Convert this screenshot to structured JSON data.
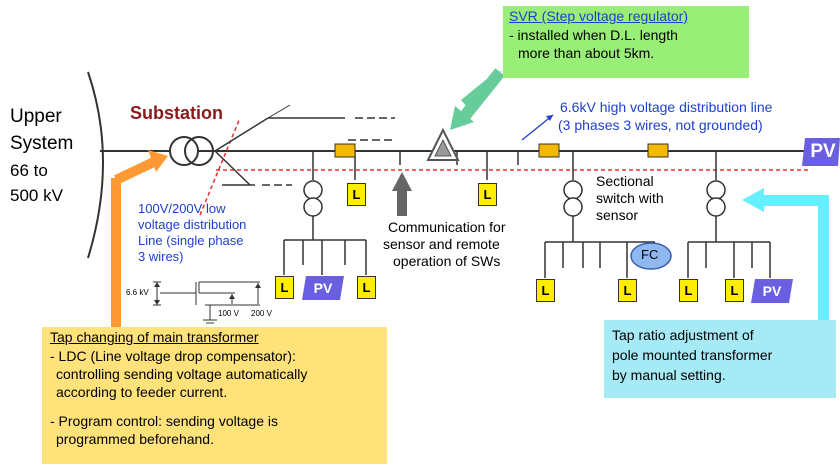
{
  "upper_system": [
    "Upper",
    "System",
    "66 to",
    "500 kV"
  ],
  "substation": "Substation",
  "svr": {
    "title": "SVR (Step voltage regulator)",
    "line1": "- installed when D.L. length",
    "line2": "more than about 5km."
  },
  "hv_line": [
    "6.6kV high voltage distribution line",
    "(3 phases 3 wires, not grounded)"
  ],
  "lv_line": [
    "100V/200V low",
    "voltage distribution",
    "Line (single phase",
    "3 wires)"
  ],
  "communication": [
    "Communication for",
    "sensor and remote",
    "operation of SWs"
  ],
  "sectional": [
    "Sectional",
    "switch with",
    "sensor"
  ],
  "tap_main": {
    "title": "Tap changing of main transformer",
    "ldc": [
      "- LDC (Line voltage drop compensator):",
      "controlling sending voltage automatically",
      "according to feeder current."
    ],
    "program": [
      "- Program control: sending voltage is",
      "programmed beforehand."
    ]
  },
  "tap_pole": [
    "Tap ratio adjustment of",
    "pole mounted transformer",
    "by manual setting."
  ],
  "small": {
    "v66": "6.6 kV",
    "v100": "100 V",
    "v200": "200 V"
  },
  "labels": {
    "load": "L",
    "pv": "PV",
    "fc": "FC"
  },
  "colors": {
    "text_blue": "#1f3fd0",
    "green_box": "#99ee77",
    "yellow_box": "#ffe27a",
    "cyan_box": "#a6eaf5",
    "load_yellow": "#ffee00",
    "pv_blue": "#6a5fe0",
    "switch_orange": "#f5b800",
    "arrow_orange": "#ff9933",
    "arrow_cyan": "#66f0ff",
    "arrow_green": "#66cc99",
    "substation_red": "#8b1a1a"
  }
}
